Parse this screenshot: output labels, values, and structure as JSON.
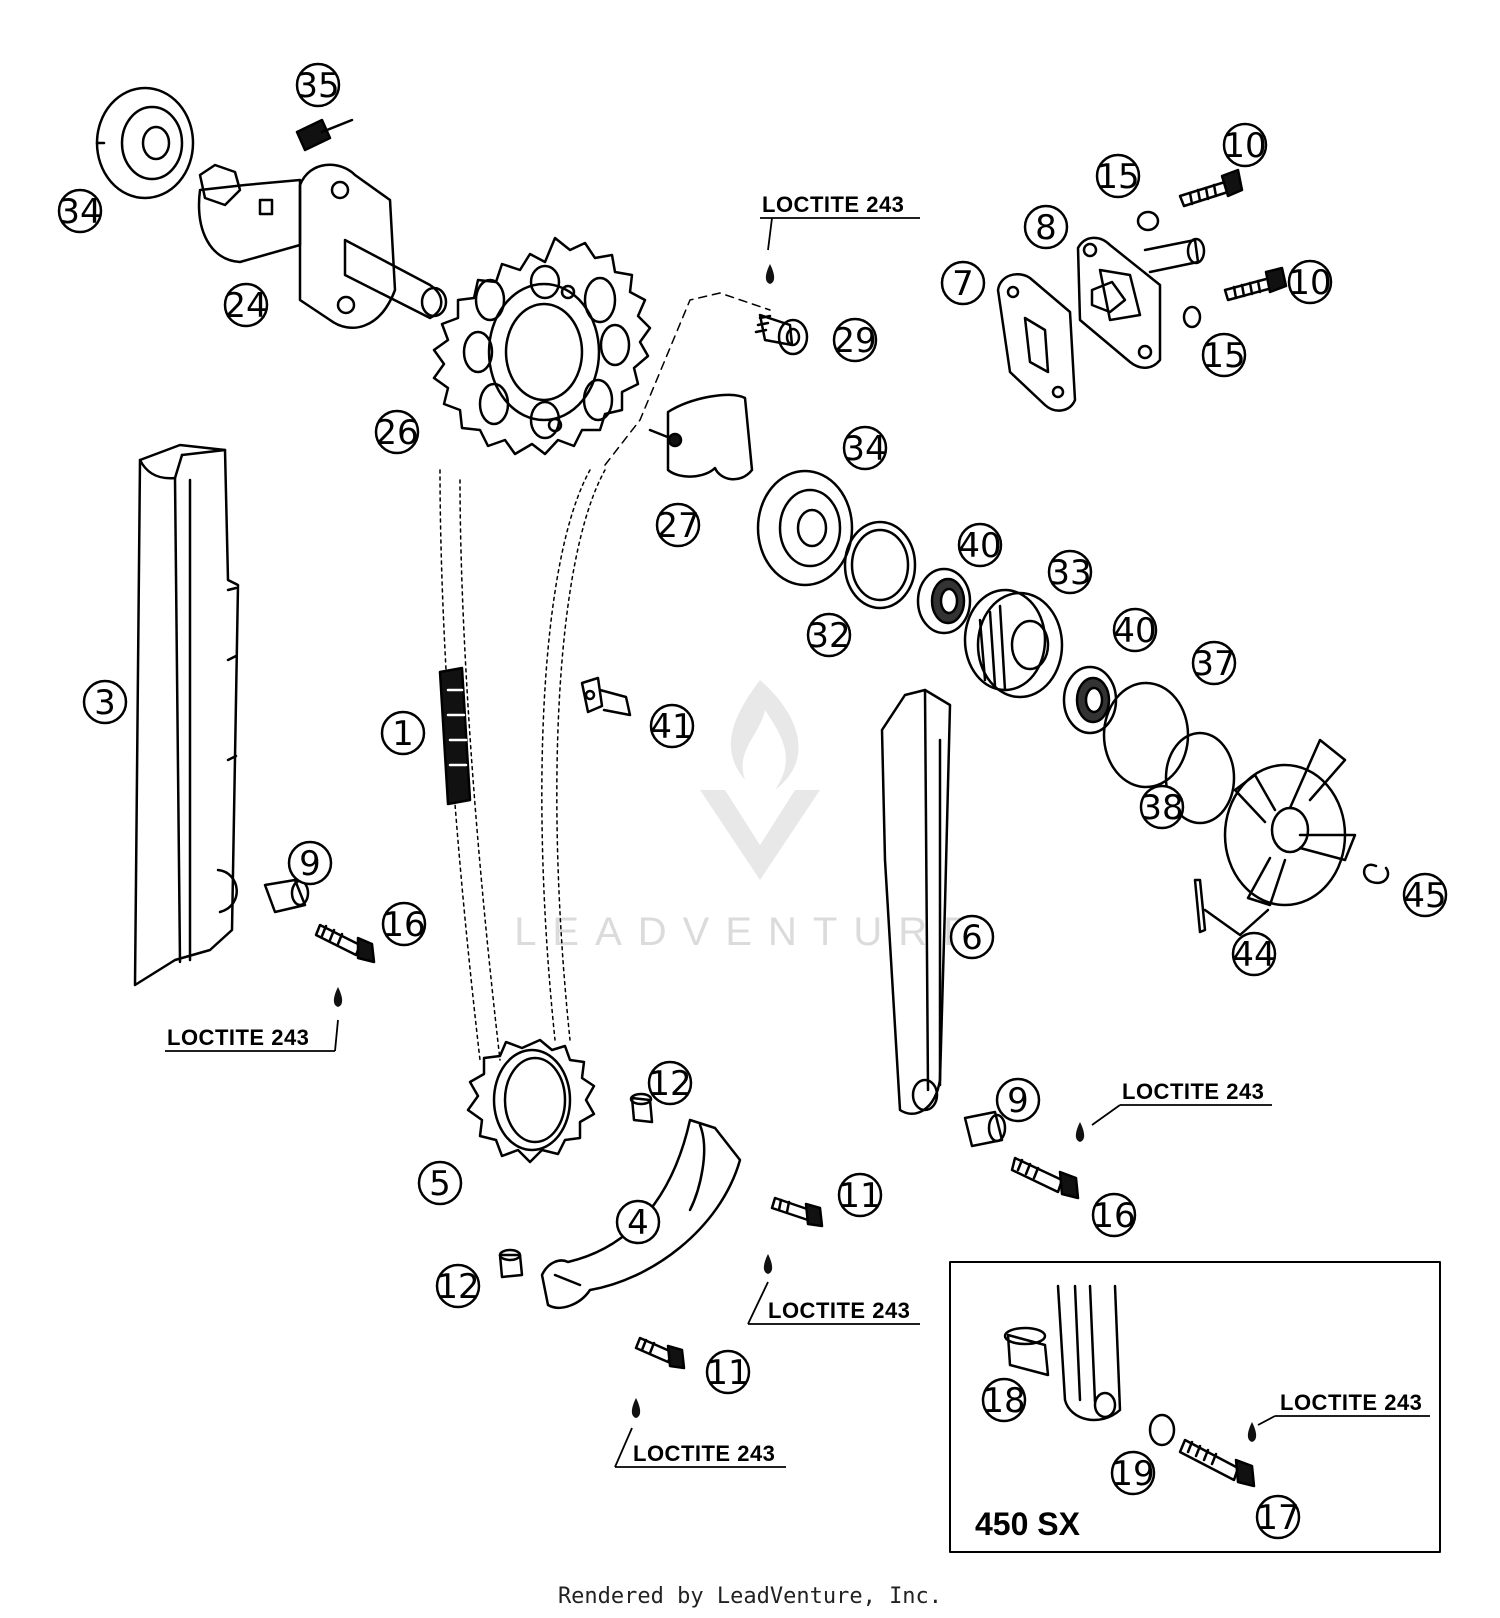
{
  "parts": [
    "1",
    "3",
    "4",
    "5",
    "6",
    "7",
    "8",
    "9",
    "9",
    "10",
    "10",
    "11",
    "11",
    "12",
    "12",
    "15",
    "15",
    "16",
    "16",
    "17",
    "18",
    "19",
    "24",
    "26",
    "27",
    "29",
    "32",
    "33",
    "34",
    "34",
    "35",
    "37",
    "38",
    "40",
    "40",
    "41",
    "44",
    "45"
  ],
  "loctite_label": "LOCTITE 243",
  "variant_label": "450 SX",
  "watermark": "LEADVENTURE",
  "footer": "Rendered by LeadVenture, Inc."
}
